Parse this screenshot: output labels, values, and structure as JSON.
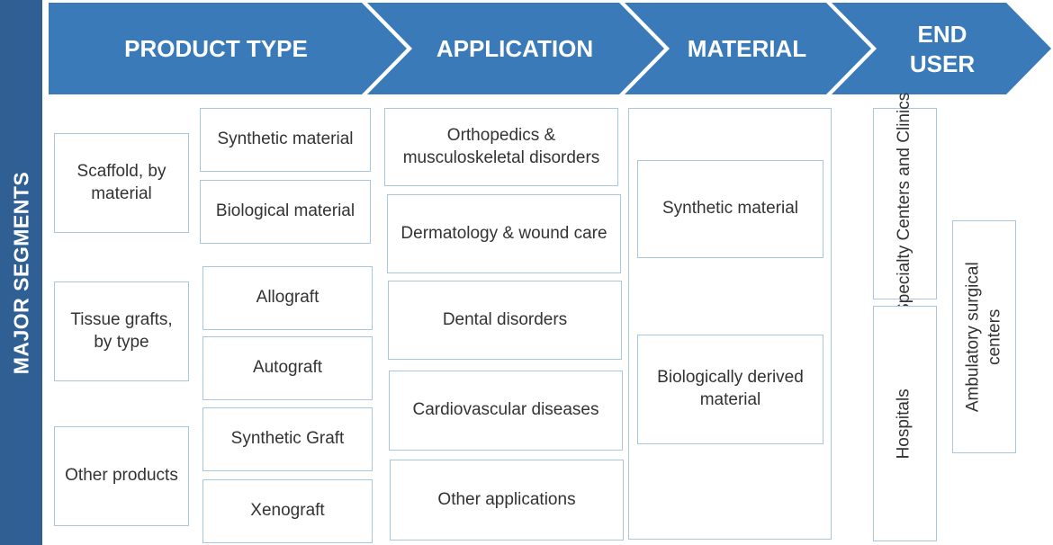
{
  "side_label": "MAJOR SEGMENTS",
  "headers": {
    "product_type": "PRODUCT TYPE",
    "application": "APPLICATION",
    "material": "MATERIAL",
    "end_user_line1": "END",
    "end_user_line2": "USER"
  },
  "colors": {
    "chevron": "#3a7ab8",
    "side_bar": "#2f5f93",
    "box_border": "#a9c6e0",
    "text": "#333333"
  },
  "product_type": {
    "categories": [
      "Scaffold, by material",
      "Tissue grafts, by type",
      "Other products"
    ],
    "subtypes": [
      "Synthetic material",
      "Biological material",
      "Allograft",
      "Autograft",
      "Synthetic Graft",
      "Xenograft"
    ]
  },
  "application": {
    "items": [
      "Orthopedics & musculoskeletal disorders",
      "Dermatology & wound care",
      "Dental disorders",
      "Cardiovascular diseases",
      "Other applications"
    ]
  },
  "material": {
    "items": [
      "Synthetic material",
      "Biologically derived material"
    ]
  },
  "end_user": {
    "items": [
      "Specialty Centers and Clinics",
      "Hospitals",
      "Ambulatory surgical centers"
    ]
  }
}
